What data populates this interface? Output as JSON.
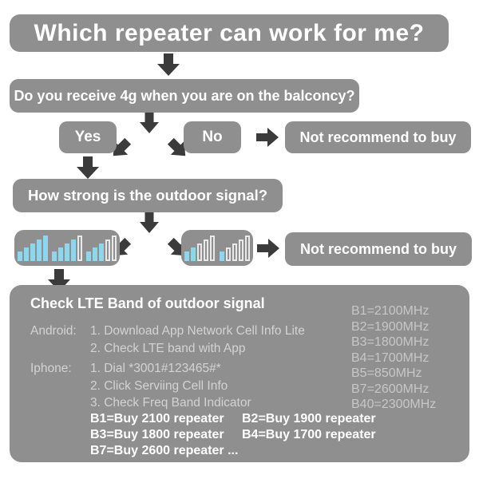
{
  "flow": {
    "title": "Which repeater can work for me?",
    "question_balcony": "Do you receive 4g when you are on the balconcy?",
    "yes_label": "Yes",
    "no_label": "No",
    "not_recommend_top": "Not recommend to buy",
    "question_signal": "How strong is the outdoor signal?",
    "not_recommend_bottom": "Not recommend to buy"
  },
  "signal_boxes": {
    "strong": {
      "icons": [
        {
          "filled": 5,
          "total": 5
        },
        {
          "filled": 4,
          "total": 5
        },
        {
          "filled": 3,
          "total": 5
        }
      ]
    },
    "weak": {
      "icons": [
        {
          "filled": 2,
          "total": 5
        },
        {
          "filled": 1,
          "total": 5
        }
      ]
    }
  },
  "check_panel": {
    "header": "Check LTE Band of outdoor signal",
    "android_label": "Android:",
    "android_steps": [
      "1. Download App Network Cell Info Lite",
      "2. Check LTE band with App"
    ],
    "iphone_label": "Iphone:",
    "iphone_steps": [
      "1. Dial *3001#123465#*",
      "2. Click Serviing Cell Info",
      "3. Check Freq Band Indicator"
    ],
    "bands": [
      "B1=2100MHz",
      "B2=1900MHz",
      "B3=1800MHz",
      "B4=1700MHz",
      "B5=850MHz",
      "B7=2600MHz",
      "B40=2300MHz"
    ],
    "buy_recommendations": [
      "B1=Buy 2100 repeater",
      "B2=Buy 1900 repeater",
      "B3=Buy 1800 repeater",
      "B4=Buy 1700 repeater",
      "B7=Buy 2600 repeater ..."
    ]
  },
  "colors": {
    "box_gray": "#8f8f8f",
    "arrow_dark": "#3b3b3b",
    "signal_bar_fill": "#8dd7ee",
    "signal_bar_outline": "#e9e9e9",
    "text_white": "#ffffff",
    "text_light_gray": "#d3d3d3",
    "text_band_gray": "#c7c7c7"
  }
}
